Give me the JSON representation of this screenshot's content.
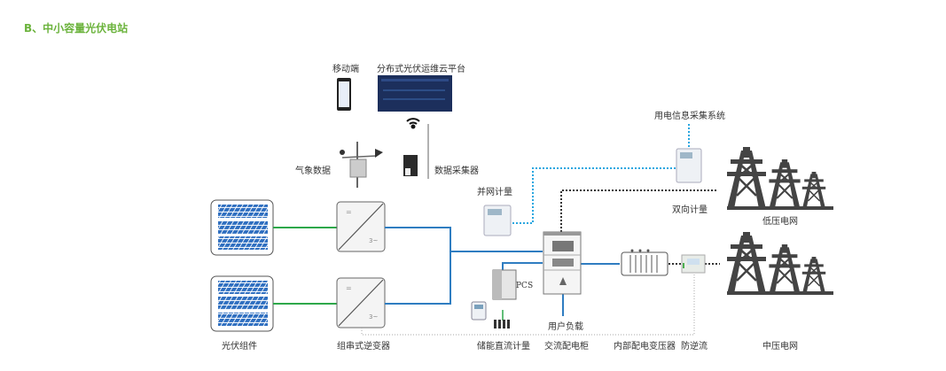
{
  "section_title": "B、中小容量光伏电站",
  "labels": {
    "mobile": "移动端",
    "cloud_platform": "分布式光伏运维云平台",
    "weather": "气象数据",
    "data_collector": "数据采集器",
    "grid_meter": "并网计量",
    "info_system": "用电信息采集系统",
    "bidirectional_meter": "双向计量",
    "low_voltage_grid": "低压电网",
    "pcs": "PCS",
    "user_load": "用户负载",
    "pv_modules": "光伏组件",
    "string_inverter": "组串式逆变器",
    "storage_dc_meter": "储能直流计量",
    "ac_cabinet": "交流配电柜",
    "transformer": "内部配电变压器",
    "anti_backflow": "防逆流",
    "medium_voltage_grid": "中压电网"
  },
  "inverter_symbols": {
    "dc": "=",
    "ac": "3~"
  },
  "colors": {
    "title": "#6bb33c",
    "ac_line": "#2f7dc1",
    "dc_line": "#2ea84a",
    "comm_line": "#2aa7e0",
    "dotted_line": "#333333",
    "tower": "#444444"
  }
}
